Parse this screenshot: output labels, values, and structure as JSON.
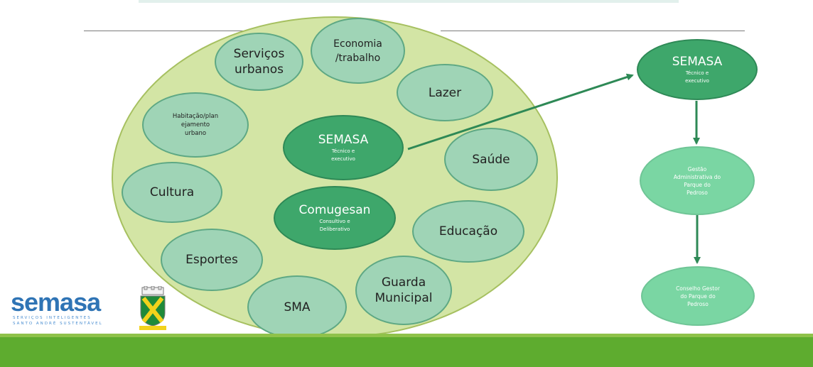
{
  "diagram": {
    "nodes": {
      "servicos_urbanos": "Serviços urbanos",
      "economia_trabalho": [
        "Economia",
        "/trabalho"
      ],
      "lazer": "Lazer",
      "habitacao": [
        "Habitação/plan",
        "ejamento",
        "urbano"
      ],
      "semasa_center_title": "SEMASA",
      "semasa_center_sub": [
        "Técnico e",
        "executivo"
      ],
      "saude": "Saúde",
      "cultura": "Cultura",
      "comugesan_title": "Comugesan",
      "comugesan_sub": [
        "Consultivo e",
        "Deliberativo"
      ],
      "educacao": "Educação",
      "esportes": "Esportes",
      "guarda_municipal": [
        "Guarda",
        "Municipal"
      ],
      "sma": "SMA"
    },
    "flow": {
      "semasa_title": "SEMASA",
      "semasa_sub": [
        "Técnico e",
        "executivo"
      ],
      "gestao": [
        "Gestão",
        "Administrativa do",
        "Parque do",
        "Pedroso"
      ],
      "conselho": [
        "Conselho Gestor",
        "do Parque do",
        "Pedroso"
      ]
    },
    "colors": {
      "big_circle": "#d3e5a5",
      "light_node": "#9fd4b6",
      "dark_node": "#3ea76b",
      "pale_node": "#7ad6a3",
      "arrow": "#2e8956",
      "footer": "#5eac2f"
    }
  },
  "logo": {
    "word": "semasa",
    "tagline": [
      "SERVIÇOS INTELIGENTES",
      "SANTO ANDRÉ SUSTENTÁVEL"
    ]
  },
  "crest_icon": "santo-andre-coat-of-arms-icon"
}
